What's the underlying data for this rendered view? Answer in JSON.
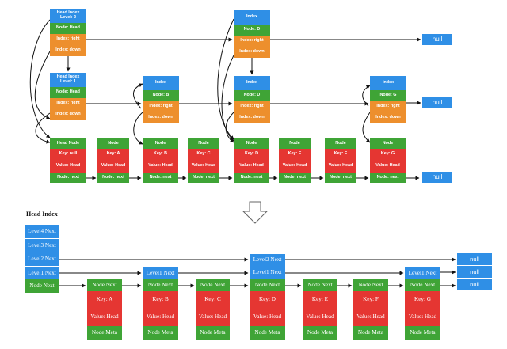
{
  "top": {
    "head_col": {
      "level2": {
        "header": "Head Index\nLevel: 2",
        "node": "Node: Head",
        "right": "Index: right",
        "down": "Index: down"
      },
      "level1": {
        "header": "Head Index\nLevel: 1",
        "node": "Node: Head",
        "right": "Index: right",
        "down": "Index: down"
      },
      "base": {
        "header": "Head Node",
        "key": "Key: null",
        "value": "Value: Head",
        "next": "Node: next"
      }
    },
    "index_l2": [
      {
        "header": "Index",
        "node": "Node: D",
        "right": "Index: right",
        "down": "Index: down"
      }
    ],
    "index_l1": [
      {
        "header": "Index",
        "node": "Node: B",
        "right": "Index: right",
        "down": "Index: down"
      },
      {
        "header": "Index",
        "node": "Node: D",
        "right": "Index: right",
        "down": "Index: down"
      },
      {
        "header": "Index",
        "node": "Node: G",
        "right": "Index: right",
        "down": "Index: down"
      }
    ],
    "nodes": [
      {
        "header": "Node",
        "key": "Key: A",
        "value": "Value: Head",
        "next": "Node: next"
      },
      {
        "header": "Node",
        "key": "Key: B",
        "value": "Value: Head",
        "next": "Node: next"
      },
      {
        "header": "Node",
        "key": "Key: C",
        "value": "Value: Head",
        "next": "Node: next"
      },
      {
        "header": "Node",
        "key": "Key: D",
        "value": "Value: Head",
        "next": "Node: next"
      },
      {
        "header": "Node",
        "key": "Key: E",
        "value": "Value: Head",
        "next": "Node: next"
      },
      {
        "header": "Node",
        "key": "Key: F",
        "value": "Value: Head",
        "next": "Node: next"
      },
      {
        "header": "Node",
        "key": "Key: G",
        "value": "Value: Head",
        "next": "Node: next"
      }
    ],
    "nulls": [
      "null",
      "null",
      "null"
    ]
  },
  "bottom": {
    "head_label": "Head Index",
    "head": [
      "Level4 Next",
      "Level3 Next",
      "Level2 Next",
      "Level1 Next",
      "Node Next"
    ],
    "nodes": [
      {
        "tops": [],
        "next": "Node Next",
        "key": "Key: A",
        "value": "Value: Head",
        "meta": "Node Meta"
      },
      {
        "tops": [
          "Level1 Next"
        ],
        "next": "Node Next",
        "key": "Key: B",
        "value": "Value: Head",
        "meta": "Node Meta"
      },
      {
        "tops": [],
        "next": "Node Next",
        "key": "Key: C",
        "value": "Value: Head",
        "meta": "Node Meta"
      },
      {
        "tops": [
          "Level2 Next",
          "Level1 Next"
        ],
        "next": "Node Next",
        "key": "Key: D",
        "value": "Value: Head",
        "meta": "Node Meta"
      },
      {
        "tops": [],
        "next": "Node Next",
        "key": "Key: E",
        "value": "Value: Head",
        "meta": "Node Meta"
      },
      {
        "tops": [],
        "next": "Node Next",
        "key": "Key: F",
        "value": "Value: Head",
        "meta": "Node Meta"
      },
      {
        "tops": [
          "Level1 Next"
        ],
        "next": "Node Next",
        "key": "Key: G",
        "value": "Value: Head",
        "meta": "Node Meta"
      }
    ],
    "nulls": [
      "null",
      "null",
      "null"
    ]
  },
  "colors": {
    "index_header": "#2f8fe6",
    "node_field": "#3fa436",
    "pointer_field": "#ed8f2d",
    "key_value_field": "#e53632",
    "null_box": "#2f8fe6",
    "arrow": "#111111"
  }
}
